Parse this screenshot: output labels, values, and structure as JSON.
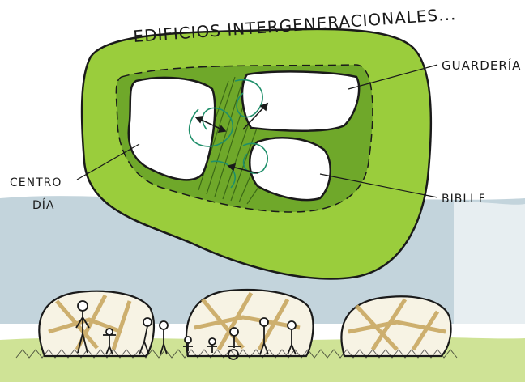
{
  "title": "EDIFICIOS INTERGENERACIONALES...",
  "labels": {
    "guarderia": "GUARDERÍA",
    "centro": "CENTRO",
    "dia": "DÍA",
    "biblio": "BIBLI F"
  },
  "colors": {
    "building_green": "#9acd3c",
    "inner_green": "#6fa82a",
    "sky_blue": "#b9cdd6",
    "ground_green": "#c3dc7c",
    "wood_tan": "#c9a862",
    "scribble_teal": "#1f8f6a"
  },
  "scene": {
    "elements": [
      "intergenerational-building-plan",
      "three-pavilions",
      "people-figures"
    ]
  }
}
